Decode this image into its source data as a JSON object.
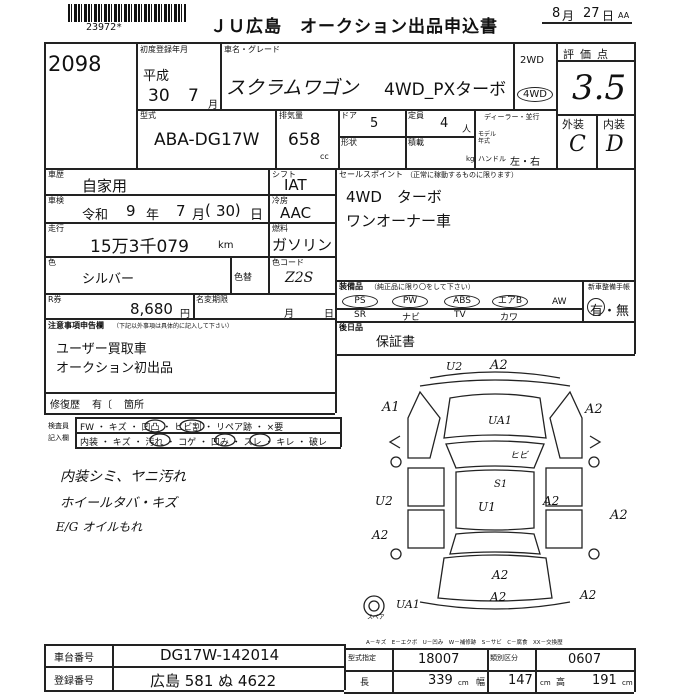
{
  "header": {
    "title": "ＪＵ広島　オークション出品申込書",
    "barcode_number": "23972*",
    "date_month": "8",
    "month_unit": "月",
    "date_day": "27",
    "day_unit": "日",
    "top_right_code": "AA"
  },
  "lot_number": "2098",
  "registration": {
    "label": "初度登録年月",
    "era": "平成",
    "year": "30",
    "month": "7",
    "month_unit": "月"
  },
  "vehicle": {
    "name_label": "車名・グレード",
    "name": "スクラムワゴン",
    "grade": "4WD_PXターボ",
    "drive_2wd": "2WD",
    "drive_4wd": "4WD",
    "model_label": "型式",
    "model": "ABA-DG17W",
    "displacement_label": "排気量",
    "displacement": "658",
    "displacement_unit": "cc",
    "doors_label": "ドア",
    "doors": "5",
    "capacity_label": "定員",
    "capacity": "4",
    "capacity_unit": "人",
    "shape_label": "形状",
    "load_label": "積載",
    "load_unit": "kg",
    "dealer_label": "ディーラー・並行",
    "model_year_label": "モデル年式",
    "handle_label": "ハンドル",
    "handle_value": "左・右"
  },
  "evaluation": {
    "label": "評価点",
    "score": "3.5",
    "exterior_label": "外装",
    "interior_label": "内装",
    "exterior": "C",
    "interior": "D"
  },
  "usage": {
    "label": "車歴",
    "value": "自家用"
  },
  "inspection": {
    "label": "車検",
    "era": "令和",
    "year": "9",
    "year_unit": "年",
    "month": "7",
    "month_unit": "月",
    "day": "30",
    "day_unit": "日"
  },
  "mileage": {
    "label": "走行",
    "value": "15万3千079",
    "unit": "km"
  },
  "shift": {
    "label": "シフト",
    "value": "IAT"
  },
  "aircon": {
    "label": "冷房",
    "value": "AAC"
  },
  "fuel": {
    "label": "燃料",
    "value": "ガソリン"
  },
  "color": {
    "label": "色",
    "value": "シルバー",
    "change_label": "色替",
    "code_label": "色コード",
    "code": "Z2S"
  },
  "recycle": {
    "label": "R券",
    "value": "8,680",
    "unit": "円",
    "transfer_label": "名変期限",
    "month_unit": "月",
    "day_unit": "日"
  },
  "notes": {
    "label": "注意事項申告欄",
    "sublabel": "（下記以外事項は具体的に記入して下さい）",
    "line1": "ユーザー買取車",
    "line2": "オークション初出品"
  },
  "repair": {
    "label": "修復歴",
    "value": "有〔",
    "unit": "箇所"
  },
  "inspection_note": {
    "label1": "検査員",
    "label2": "記入欄",
    "row1": "FW ・ キズ ・ 凹凸 ・ ヒビ割 ・ リペア跡 ・ ×要",
    "row2": "内装 ・ キズ ・ 汚れ ・ コゲ ・ 凹み ・ スレ ・ キレ ・ 破レ"
  },
  "handwritten_notes": [
    "内装シミ、ヤニ汚れ",
    "ホイールタバ・キズ",
    "E/G オイルもれ"
  ],
  "sales_point": {
    "label": "セールスポイント",
    "sublabel": "（正常に稼動するものに限ります）",
    "line1": "4WD　ターボ",
    "line2": "ワンオーナー車"
  },
  "equipment": {
    "label": "装備品",
    "sublabel": "（純正品に限り〇をして下さい）",
    "items": [
      "PS",
      "PW",
      "ABS",
      "エアB",
      "AW",
      "SR",
      "ナビ",
      "TV",
      "カワ"
    ],
    "manual_label": "新車整備手帳",
    "manual_value": "有・無"
  },
  "accessories": {
    "label": "後日品",
    "value": "保証書"
  },
  "diagram": {
    "marks": [
      "U2",
      "A2",
      "A1",
      "A2",
      "UA1",
      "ヒビ",
      "S1",
      "U1",
      "U2",
      "A2",
      "A2",
      "A2",
      "A2",
      "UA1",
      "A2",
      "A2"
    ],
    "spare_label": "スペア",
    "legend": "A－キズ　E－エクボ　U－凹み　W－補修跡　S－サビ　C－腐食　XX－交換歴"
  },
  "chassis": {
    "label": "車台番号",
    "value": "DG17W-142014"
  },
  "plate": {
    "label": "登録番号",
    "value": "広島 581 ぬ 4622"
  },
  "bottom_stats": {
    "type_spec_label": "型式指定",
    "type_spec": "18007",
    "category_label": "類別区分",
    "category": "0607",
    "length_label": "長",
    "length": "339",
    "width_label": "幅",
    "width": "147",
    "height_label": "高",
    "height": "191",
    "unit": "cm"
  }
}
